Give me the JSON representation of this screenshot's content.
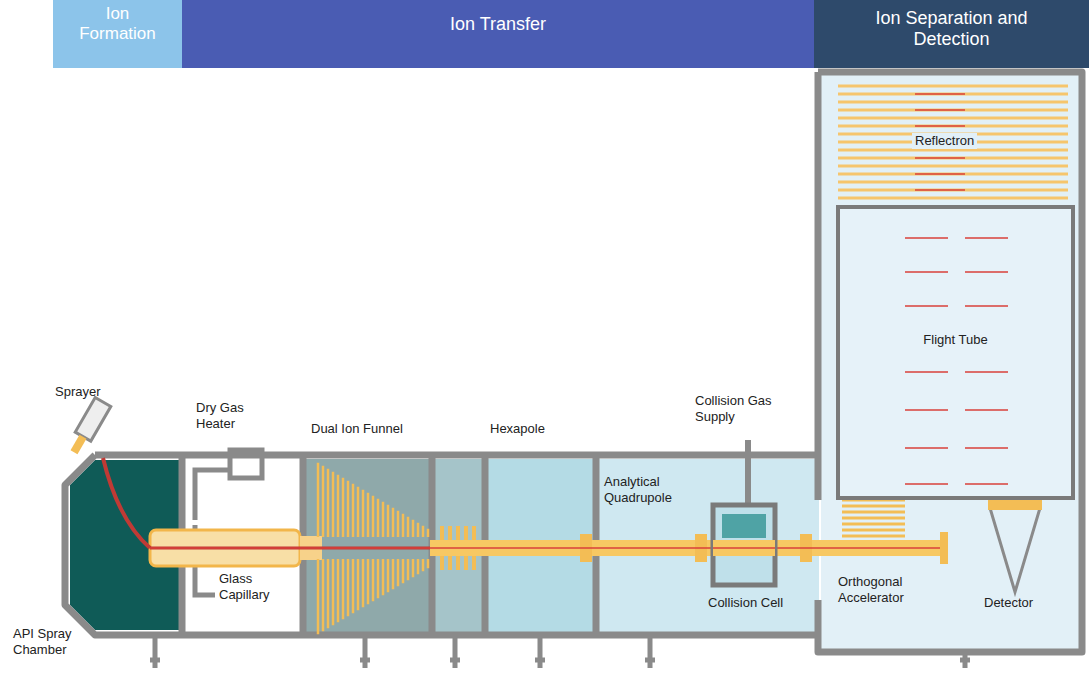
{
  "diagram": {
    "nodes": [
      {
        "text": [
          "Ion Formation"
        ]
      },
      {
        "text": [
          "Ion Transfer"
        ]
      },
      {
        "text": [
          "Ion Separation and Detection"
        ]
      },
      {
        "text": [
          "Flight Tube"
        ]
      }
    ],
    "labels": [
      "Reflectron",
      "Sprayer",
      "Dry Gas Heater",
      "Dual Ion Funnel",
      "Hexapole",
      "Collision Gas Supply",
      "Analytical Quadrupole",
      "Glass Capillary",
      "Collision Cell",
      "Orthogonal Accelerator",
      "Detector",
      "API Spray Chamber"
    ]
  }
}
